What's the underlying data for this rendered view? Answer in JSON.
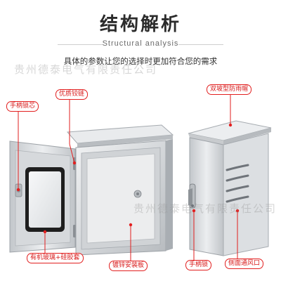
{
  "header": {
    "title": "结构解析",
    "subtitle": "Structural analysis",
    "tagline": "具体的参数让您的选择时更加符合您的需求"
  },
  "watermarks": {
    "top": "贵州德泰电气有限责任公司",
    "bottom": "贵州德泰电气有限责任公司"
  },
  "labels": {
    "handle_lock_core": "手柄锁芯",
    "hinge": "优质铰链",
    "rain_hood": "双坡型防雨帽",
    "glass_seal": "有机玻璃+硅胶套",
    "mounting_plate": "镀锌安装板",
    "handle_lock": "手柄锁",
    "side_vent": "侧面通风口"
  },
  "colors": {
    "accent": "#e21f1f",
    "steel_light": "#e3e5e7",
    "steel_mid": "#c8cbce",
    "steel_dark": "#9ea3a8"
  }
}
